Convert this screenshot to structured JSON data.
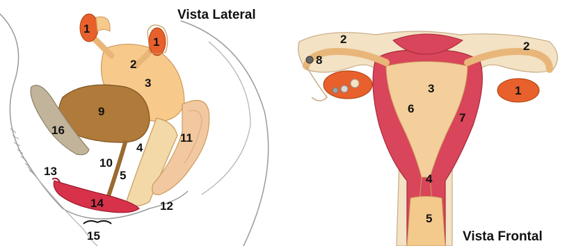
{
  "titles": {
    "lateral": "Vista Lateral",
    "frontal": "Vista Frontal"
  },
  "colors": {
    "outline": "#8a8a8a",
    "skin": "#f6d7b0",
    "uterus": "#f7c98b",
    "ovary": "#e8602c",
    "bladder": "#b07a3a",
    "pubic_bone": "#c2b49a",
    "labia": "#d8314a",
    "muscle": "#d9455a",
    "uterine_cavity": "#f4cf9c",
    "frontal_bg": "#f3e2c4",
    "vagina": "#f3c98c"
  },
  "lateral_labels": [
    "1",
    "1",
    "2",
    "3",
    "9",
    "16",
    "4",
    "10",
    "11",
    "5",
    "13",
    "14",
    "12",
    "15"
  ],
  "frontal_labels": [
    "2",
    "2",
    "8",
    "3",
    "6",
    "7",
    "1",
    "4",
    "5"
  ]
}
